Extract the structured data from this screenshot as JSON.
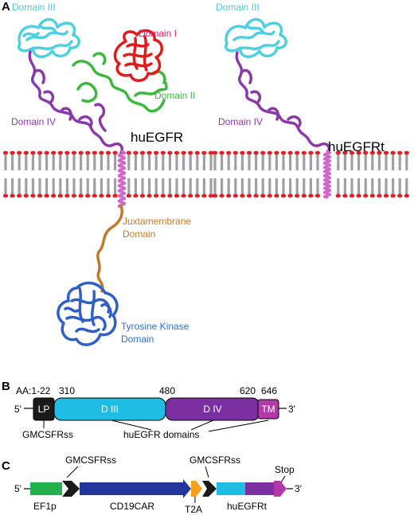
{
  "panel_a": {
    "letter": "A",
    "labels": {
      "domain3_left": "Domain III",
      "domain3_right": "Domain III",
      "domain1": "Domain I",
      "domain2": "Domain II",
      "domain4_left": "Domain IV",
      "domain4_right": "Domain IV",
      "huegfr": "huEGFR",
      "huegfrt": "huEGFRt",
      "juxta_1": "Juxtamembrane",
      "juxta_2": "Domain",
      "tk_1": "Tyrosine Kinase",
      "tk_2": "Domain"
    }
  },
  "panel_b": {
    "letter": "B",
    "aa_label": "AA:1-22",
    "positions": [
      "310",
      "480",
      "620",
      "646"
    ],
    "five_prime": "5'",
    "three_prime": "3'",
    "segments": [
      "LP",
      "D III",
      "D IV",
      "TM"
    ],
    "below_left": "GMCSFRss",
    "below_mid": "huEGFR domains"
  },
  "panel_c": {
    "letter": "C",
    "five_prime": "5'",
    "three_prime": "3'",
    "above_1": "GMCSFRss",
    "above_2": "GMCSFRss",
    "stop": "Stop",
    "below_ef1p": "EF1p",
    "below_cd19": "CD19CAR",
    "below_t2a": "T2A",
    "below_huegfrt": "huEGFRt"
  },
  "colors": {
    "domain1": "#e21b1b",
    "domain2": "#3cb83c",
    "domain3": "#4fd0e0",
    "domain4": "#8a3aa8",
    "transmembrane": "#d066c8",
    "juxtamembrane": "#c07a2a",
    "kinase": "#2f5fc8",
    "ef1p": "#22b14c",
    "cd19car": "#23369c",
    "t2a": "#f5a11c",
    "diii": "#1fbce3",
    "div": "#7b2fa0",
    "tm": "#b23aa8",
    "lp": "#1a1a1a",
    "membrane_head": "#d8232a",
    "membrane_tail": "#a0a0a0"
  }
}
